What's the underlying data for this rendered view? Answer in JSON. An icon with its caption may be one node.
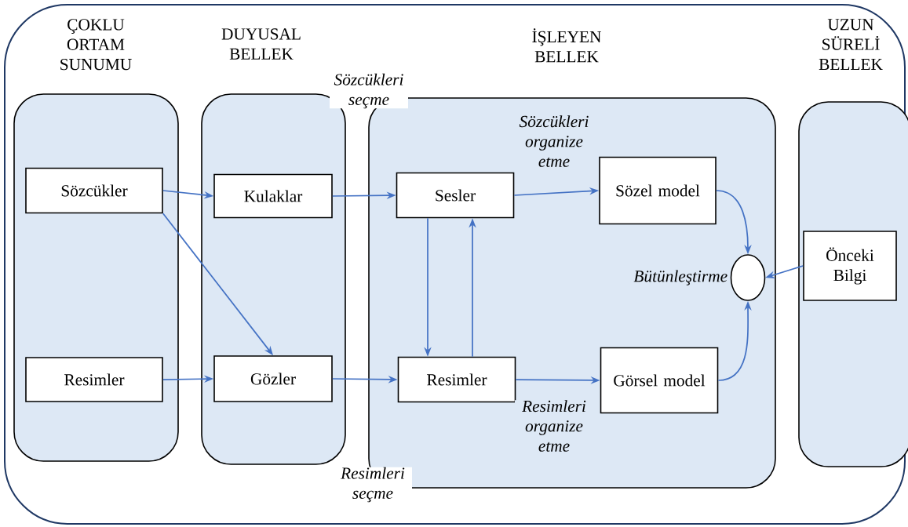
{
  "diagram": {
    "nodes": [
      {
        "text": [
          "ÇOKLU ORTAM SUNUMU"
        ]
      },
      {
        "text": [
          "Sözcükler"
        ],
        "in": 0
      },
      {
        "text": [
          "Resimler"
        ],
        "in": 0
      },
      {
        "text": [
          "DUYUSAL BELLEK"
        ]
      },
      {
        "text": [
          "Kulaklar"
        ],
        "in": 3
      },
      {
        "text": [
          "Gözler"
        ],
        "in": 3
      },
      {
        "text": [
          "İŞLEYEN BELLEK"
        ]
      },
      {
        "text": [
          "Sesler"
        ],
        "in": 6
      },
      {
        "text": [
          "Resimler"
        ],
        "in": 6
      },
      {
        "text": [
          "Sözel model"
        ],
        "in": 6
      },
      {
        "text": [
          "Görsel model"
        ],
        "in": 6
      },
      {
        "text": [],
        "shape": "circle",
        "beside": [
          "Bütünleştirme"
        ],
        "in": 6
      },
      {
        "text": [
          "UZUN SÜRELİ BELLEK"
        ]
      },
      {
        "text": [
          "Önceki Bilgi"
        ],
        "in": 12
      }
    ],
    "edges": [
      {
        "from": 1,
        "to": 4,
        "arrow": "to"
      },
      {
        "from": 1,
        "to": 5,
        "arrow": "to"
      },
      {
        "from": 2,
        "to": 5,
        "arrow": "to"
      },
      {
        "from": 4,
        "to": 7,
        "arrow": "to"
      },
      {
        "from": 5,
        "to": 8,
        "arrow": "to"
      },
      {
        "from": 7,
        "to": 9,
        "arrow": "to",
        "label": "Sözcükleri organize etme"
      },
      {
        "from": 8,
        "to": 10,
        "arrow": "to",
        "label": "Resimleri organize etme"
      },
      {
        "from": 7,
        "to": 8,
        "arrow": "to"
      },
      {
        "from": 8,
        "to": 7,
        "arrow": "to"
      },
      {
        "from": 9,
        "to": 11,
        "arrow": "to"
      },
      {
        "from": 10,
        "to": 11,
        "arrow": "to"
      },
      {
        "from": 13,
        "to": 11,
        "arrow": "to"
      }
    ],
    "labels": [
      "Sözcükleri seçme",
      "Resimleri seçme"
    ]
  }
}
